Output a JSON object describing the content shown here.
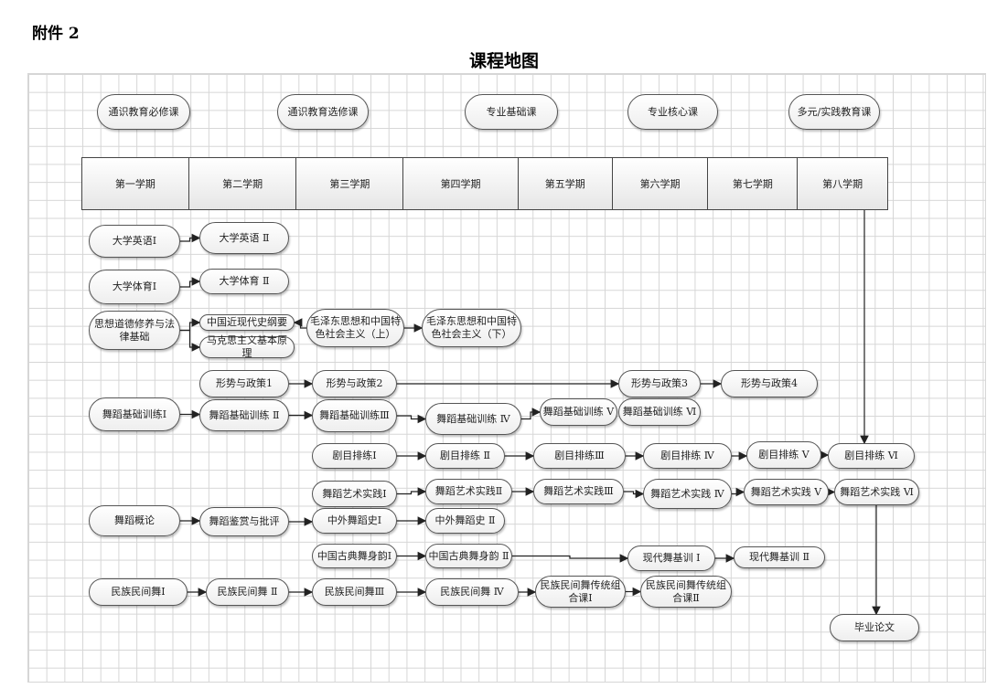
{
  "attachment_label": "附件 2",
  "title": "课程地图",
  "legend": [
    "通识教育必修课",
    "通识教育选修课",
    "专业基础课",
    "专业核心课",
    "多元/实践教育课"
  ],
  "semesters": [
    "第一学期",
    "第二学期",
    "第三学期",
    "第四学期",
    "第五学期",
    "第六学期",
    "第七学期",
    "第八学期"
  ],
  "courses": {
    "en1": "大学英语Ⅰ",
    "en2": "大学英语 Ⅱ",
    "pe1": "大学体育Ⅰ",
    "pe2": "大学体育 Ⅱ",
    "sx": "思想道德修养与法律基础",
    "zg": "中国近现代史纲要",
    "mk": "马克思主义基本原理",
    "mz1": "毛泽东思想和中国特色社会主义（上）",
    "mz2": "毛泽东思想和中国特色社会主义（下）",
    "xs1": "形势与政策1",
    "xs2": "形势与政策2",
    "xs3": "形势与政策3",
    "xs4": "形势与政策4",
    "wd1": "舞蹈基础训练Ⅰ",
    "wd2": "舞蹈基础训练 Ⅱ",
    "wd3": "舞蹈基础训练Ⅲ",
    "wd4": "舞蹈基础训练 Ⅳ",
    "wd5": "舞蹈基础训练 Ⅴ",
    "wd6": "舞蹈基础训练 Ⅵ",
    "jm1": "剧目排练Ⅰ",
    "jm2": "剧目排练 Ⅱ",
    "jm3": "剧目排练Ⅲ",
    "jm4": "剧目排练 Ⅳ",
    "jm5": "剧目排练 Ⅴ",
    "jm6": "剧目排练 Ⅵ",
    "ys1": "舞蹈艺术实践Ⅰ",
    "ys2": "舞蹈艺术实践Ⅱ",
    "ys3": "舞蹈艺术实践Ⅲ",
    "ys4": "舞蹈艺术实践 Ⅳ",
    "ys5": "舞蹈艺术实践 Ⅴ",
    "ys6": "舞蹈艺术实践 Ⅵ",
    "gl": "舞蹈概论",
    "jj": "舞蹈鉴赏与批评",
    "ls1": "中外舞蹈史Ⅰ",
    "ls2": "中外舞蹈史 Ⅱ",
    "gd1": "中国古典舞身韵Ⅰ",
    "gd2": "中国古典舞身韵 Ⅱ",
    "xd1": "现代舞基训 Ⅰ",
    "xd2": "现代舞基训 Ⅱ",
    "mj1": "民族民间舞Ⅰ",
    "mj2": "民族民间舞 Ⅱ",
    "mj3": "民族民间舞Ⅲ",
    "mj4": "民族民间舞 Ⅳ",
    "zh1": "民族民间舞传统组合课Ⅰ",
    "zh2": "民族民间舞传统组合课Ⅱ",
    "by": "毕业论文"
  }
}
